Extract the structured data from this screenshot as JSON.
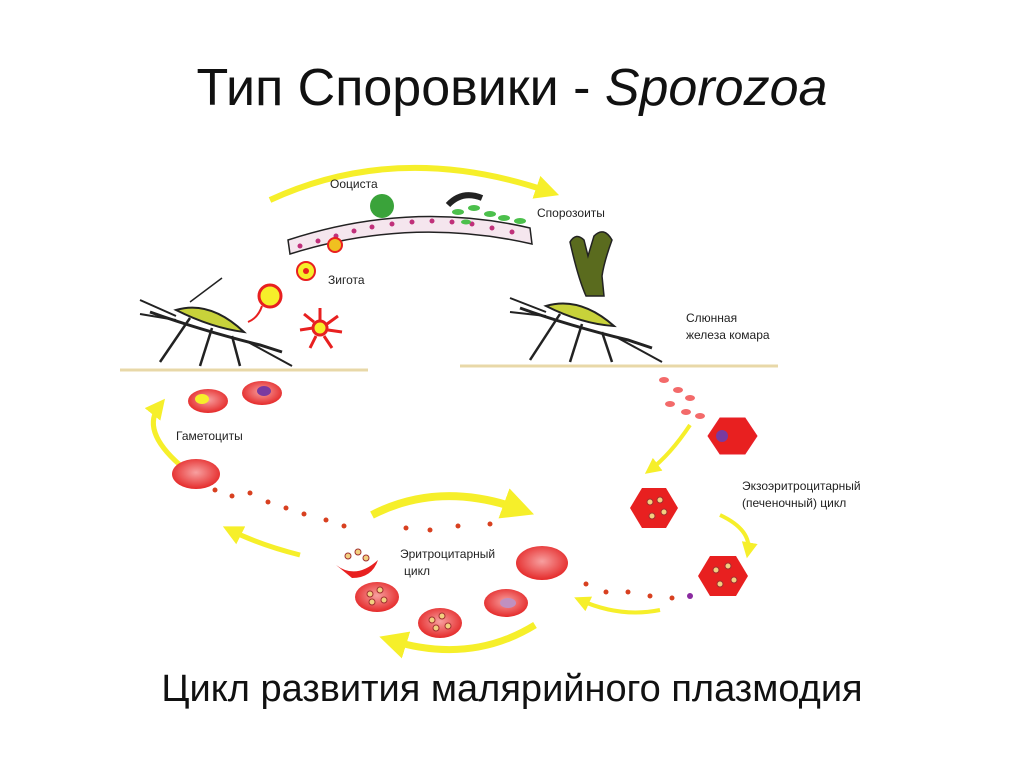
{
  "title": {
    "prefix": "Тип Споровики - ",
    "latin": "Sporozoa"
  },
  "caption": "Цикл развития малярийного плазмодия",
  "diagram": {
    "labels": {
      "oocyst": "Ооциста",
      "sporozoites": "Спорозоиты",
      "zygote": "Зигота",
      "salivary_gland_line1": "Слюнная",
      "salivary_gland_line2": "железа комара",
      "gametocytes": "Гаметоциты",
      "exo_line1": "Экзоэритроцитарный",
      "exo_line2": "(печеночный) цикл",
      "ery_line1": "Эритроцитарный",
      "ery_line2": "цикл"
    },
    "colors": {
      "arrow": "#f6ef2a",
      "cell_red": "#e8202a",
      "cell_light": "#f36a6a",
      "mosquito": "#222222",
      "mosquito_spots": "#c8d23a",
      "oocyst_green": "#3aa33a",
      "gland": "#5a6b1e",
      "ground": "#e8d8a8",
      "gut_band": "#e8c8d8"
    }
  }
}
